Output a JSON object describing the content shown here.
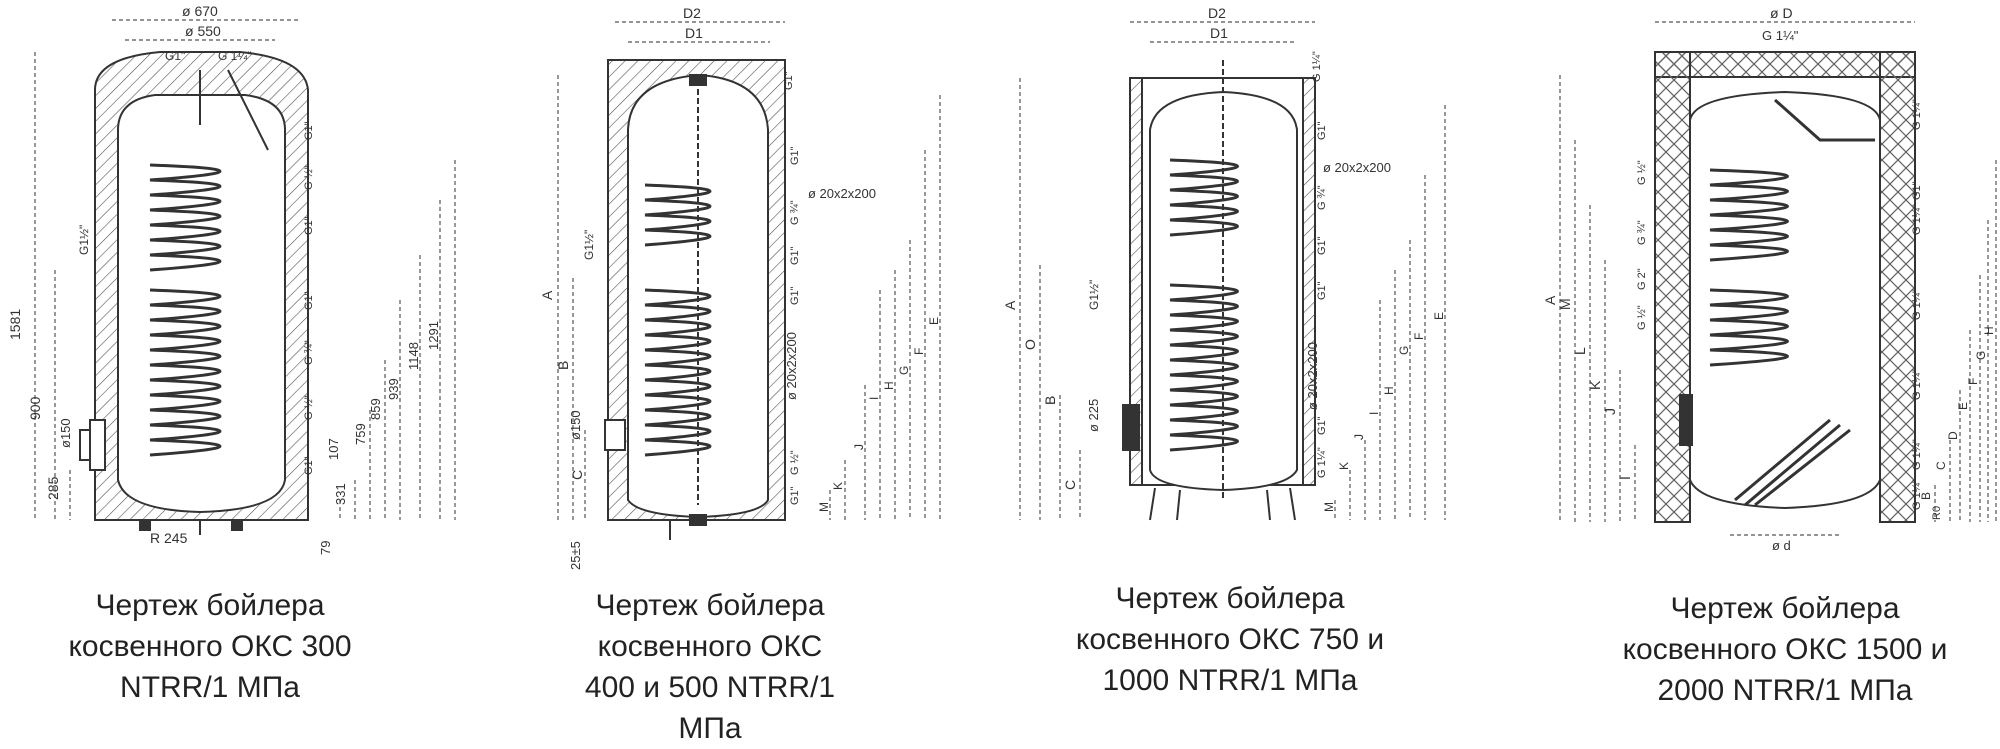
{
  "drawings": [
    {
      "caption_lines": [
        "Чертеж бойлера",
        "косвенного ОКС 300",
        "NTRR/1 МПа"
      ],
      "dims": {
        "top1": "ø 670",
        "top2": "ø 550",
        "g_left": "G1\"",
        "g_right": "G 1¼\"",
        "left_v1": "1581",
        "left_v2": "900",
        "left_v3": "285",
        "side_g": "G1½\"",
        "port_d": "ø150",
        "right": [
          "79",
          "331",
          "107",
          "759",
          "859",
          "939",
          "1148",
          "1291"
        ],
        "rg": [
          "G1\"",
          "G ½\"",
          "G1\"",
          "G1\"",
          "G ¾\"",
          "G ½\"",
          "G1\""
        ],
        "bottom": "R 245"
      }
    },
    {
      "caption_lines": [
        "Чертеж бойлера",
        "косвенного ОКС",
        "400 и 500 NTRR/1",
        "МПа"
      ],
      "dims": {
        "top1": "D2",
        "top2": "D1",
        "g_top": "G1\"",
        "left": [
          "A",
          "B",
          "C"
        ],
        "side_g": "G1½\"",
        "port_d": "ø150",
        "bottom": "25±5",
        "coil1": "ø 20x2x200",
        "coil2": "ø 20x2x200",
        "right": [
          "M",
          "K",
          "J",
          "I",
          "H",
          "G",
          "F",
          "E"
        ],
        "rg": [
          "G1\"",
          "G ¾\"",
          "G1\"",
          "G1\"",
          "G ½\"",
          "G1\""
        ]
      }
    },
    {
      "caption_lines": [
        "Чертеж бойлера",
        "косвенного ОКС 750 и",
        "1000 NTRR/1 МПа"
      ],
      "dims": {
        "top1": "D2",
        "top2": "D1",
        "g_top": "G 1¼\"",
        "left": [
          "A",
          "O",
          "B",
          "C"
        ],
        "side_g": "G1½\"",
        "port_d": "ø 225",
        "coil1": "ø 20x2x200",
        "coil2": "ø 20x2x200",
        "right": [
          "M",
          "K",
          "J",
          "I",
          "H",
          "G",
          "F",
          "E"
        ],
        "rg": [
          "G1\"",
          "G ¾\"",
          "G1\"",
          "G1\"",
          "G1\"",
          "G 1¼\""
        ]
      }
    },
    {
      "caption_lines": [
        "Чертеж бойлера",
        "косвенного ОКС 1500 и",
        "2000 NTRR/1 МПа"
      ],
      "dims": {
        "top1": "ø D",
        "g_top": "G 1¼\"",
        "left": [
          "A",
          "M",
          "L",
          "K",
          "J",
          "I"
        ],
        "lg": [
          "G ½\"",
          "G ¾\"",
          "G 2\"",
          "G ½\""
        ],
        "right": [
          "B",
          "C",
          "D",
          "E",
          "F",
          "G",
          "H"
        ],
        "rg": [
          "G 1¼\"",
          "G1\"",
          "G 1¼\"",
          "G 1¼\"",
          "G 1¼\"",
          "G 1¼\"",
          "G 1¼\""
        ],
        "bottom1": "ø d",
        "bottom2": "R0"
      }
    }
  ]
}
